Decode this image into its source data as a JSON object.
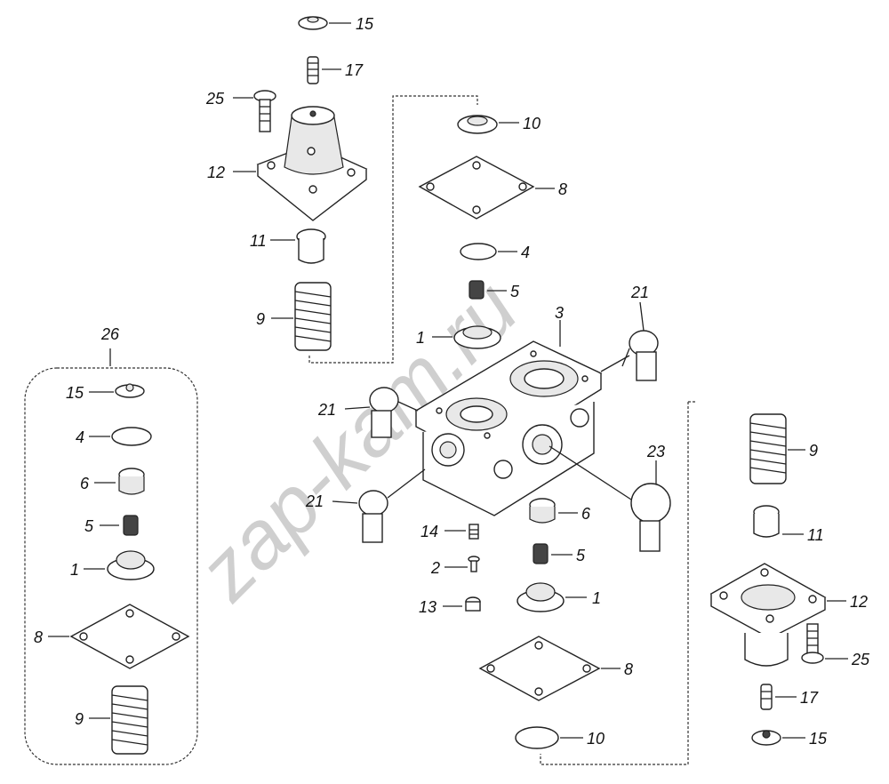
{
  "watermark": "zap-kam.ru",
  "labels": {
    "l15a": "15",
    "l17a": "17",
    "l25a": "25",
    "l12a": "12",
    "l11a": "11",
    "l9a": "9",
    "l10a": "10",
    "l8a": "8",
    "l4a": "4",
    "l5a": "5",
    "l1a": "1",
    "l3": "3",
    "l21a": "21",
    "l21b": "21",
    "l21c": "21",
    "l23": "23",
    "l6a": "6",
    "l14": "14",
    "l2": "2",
    "l13": "13",
    "l5b": "5",
    "l1b": "1",
    "l8b": "8",
    "l10b": "10",
    "l9b": "9",
    "l11b": "11",
    "l12b": "12",
    "l25b": "25",
    "l17b": "17",
    "l15b": "15",
    "l26": "26",
    "k15": "15",
    "k4": "4",
    "k6": "6",
    "k5": "5",
    "k1": "1",
    "k8": "8",
    "k9": "9"
  },
  "icons": [
    "cap",
    "screw",
    "bolt",
    "cover",
    "sleeve",
    "spring",
    "gasket",
    "disc",
    "valve",
    "body",
    "connector",
    "plug",
    "nut",
    "pin"
  ]
}
